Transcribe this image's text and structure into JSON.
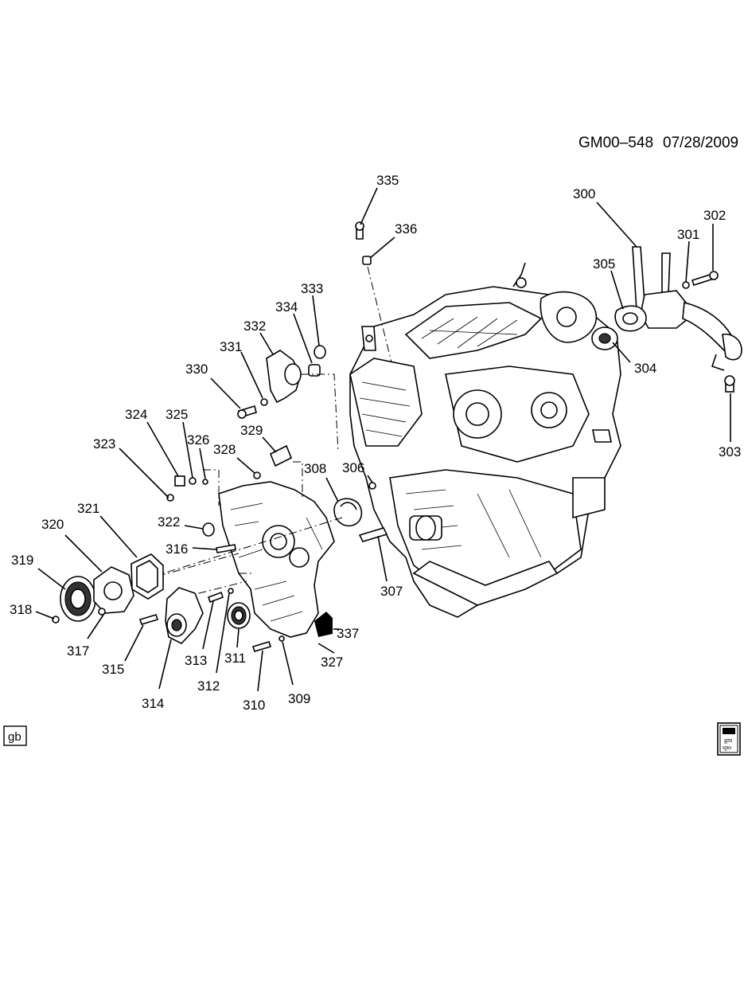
{
  "header": {
    "code": "GM00–548",
    "date": "07/28/2009"
  },
  "badge_left": "gb",
  "logo_text_top": "gm",
  "logo_text_bottom": "spo",
  "callouts": [
    {
      "n": "300"
    },
    {
      "n": "301"
    },
    {
      "n": "302"
    },
    {
      "n": "303"
    },
    {
      "n": "304"
    },
    {
      "n": "305"
    },
    {
      "n": "306"
    },
    {
      "n": "307"
    },
    {
      "n": "308"
    },
    {
      "n": "309"
    },
    {
      "n": "310"
    },
    {
      "n": "311"
    },
    {
      "n": "312"
    },
    {
      "n": "313"
    },
    {
      "n": "314"
    },
    {
      "n": "315"
    },
    {
      "n": "316"
    },
    {
      "n": "317"
    },
    {
      "n": "318"
    },
    {
      "n": "319"
    },
    {
      "n": "320"
    },
    {
      "n": "321"
    },
    {
      "n": "322"
    },
    {
      "n": "323"
    },
    {
      "n": "324"
    },
    {
      "n": "325"
    },
    {
      "n": "326"
    },
    {
      "n": "327"
    },
    {
      "n": "328"
    },
    {
      "n": "329"
    },
    {
      "n": "330"
    },
    {
      "n": "331"
    },
    {
      "n": "332"
    },
    {
      "n": "333"
    },
    {
      "n": "334"
    },
    {
      "n": "335"
    },
    {
      "n": "336"
    },
    {
      "n": "337"
    }
  ]
}
